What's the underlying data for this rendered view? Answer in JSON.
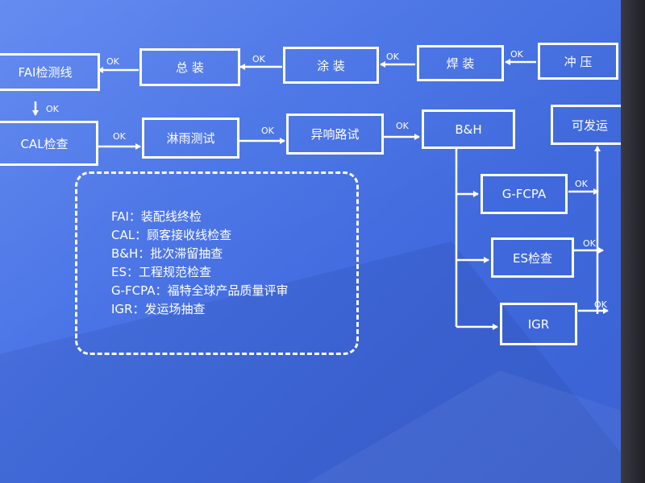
{
  "flow": {
    "row1": [
      {
        "key": "fai",
        "label": "FAI检测线"
      },
      {
        "key": "final_assembly",
        "label": "总 装"
      },
      {
        "key": "paint",
        "label": "涂 装"
      },
      {
        "key": "weld",
        "label": "焊 装"
      },
      {
        "key": "stamp",
        "label": "冲 压"
      }
    ],
    "row2": [
      {
        "key": "cal",
        "label": "CAL检查"
      },
      {
        "key": "rain",
        "label": "淋雨测试"
      },
      {
        "key": "noise",
        "label": "异响路试"
      },
      {
        "key": "bh",
        "label": "B&H"
      },
      {
        "key": "ship",
        "label": "可发运"
      }
    ],
    "branch": [
      {
        "key": "gfcpa",
        "label": "G-FCPA"
      },
      {
        "key": "es",
        "label": "ES检查"
      },
      {
        "key": "igr",
        "label": "IGR"
      }
    ],
    "ok_label": "OK"
  },
  "legend": {
    "items": [
      "FAI：装配线终检",
      "CAL：顾客接收线检查",
      "B&H：批次滞留抽查",
      "ES：工程规范检查",
      "G-FCPA：福特全球产品质量评审",
      "IGR：发运场抽查"
    ]
  },
  "colors": {
    "background": "#4a74e6",
    "line": "#ffffff",
    "text": "#ffffff"
  }
}
